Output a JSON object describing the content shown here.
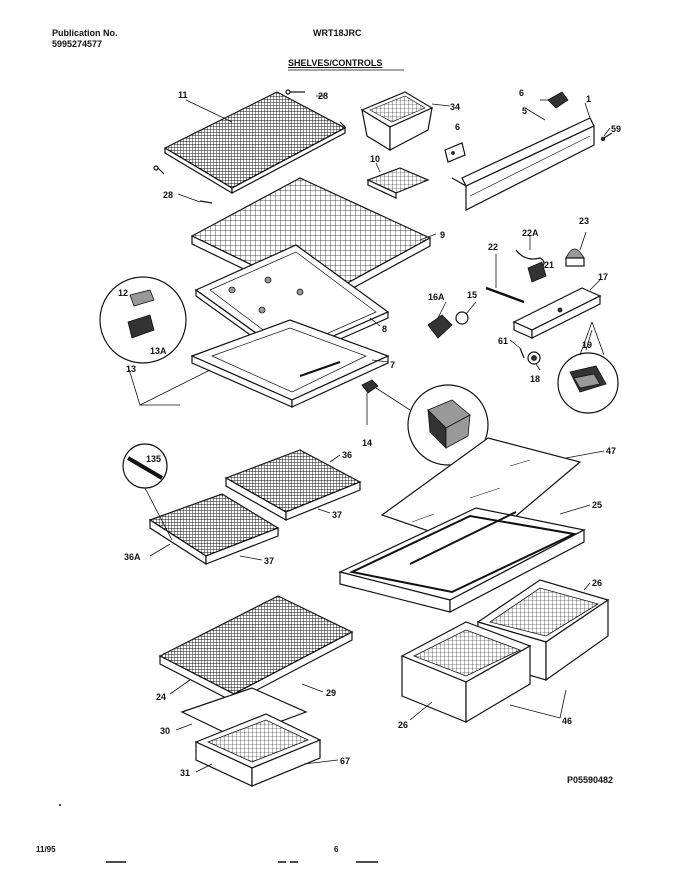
{
  "header": {
    "publication_label": "Publication No.",
    "publication_number": "5995274577",
    "model": "WRT18JRC",
    "section_title": "SHELVES/CONTROLS"
  },
  "footer": {
    "figure_code": "P05590482",
    "date": "11/95",
    "page": "6"
  },
  "callouts": {
    "c11": "11",
    "c28a": "28",
    "c28b": "28",
    "c34": "34",
    "c6a": "6",
    "c5": "5",
    "c1": "1",
    "c59": "59",
    "c6b": "6",
    "c10": "10",
    "c9": "9",
    "c22a": "22A",
    "c23": "23",
    "c22": "22",
    "c21": "21",
    "c12": "12",
    "c13a": "13A",
    "c13": "13",
    "c8": "8",
    "c7": "7",
    "c16a": "16A",
    "c15": "15",
    "c17": "17",
    "c61": "61",
    "c19": "19",
    "c18": "18",
    "c14": "14",
    "c135": "135",
    "c36": "36",
    "c37a": "37",
    "c36a": "36A",
    "c37b": "37",
    "c47": "47",
    "c25": "25",
    "c26a": "26",
    "c26b": "26",
    "c46": "46",
    "c24": "24",
    "c29": "29",
    "c30": "30",
    "c31": "31",
    "c67": "67"
  }
}
